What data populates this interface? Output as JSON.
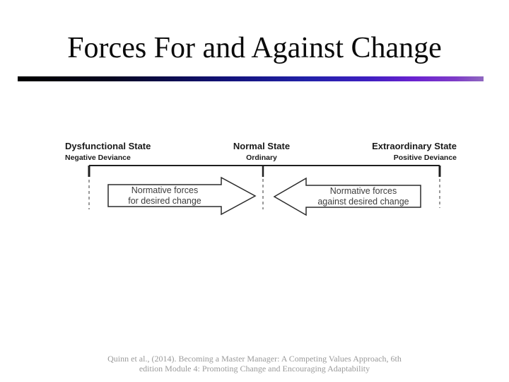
{
  "slide": {
    "title": "Forces For and Against Change",
    "background_color": "#ffffff",
    "accent_bar_colors": [
      "#000000",
      "#12127a",
      "#2121a8",
      "#6a22d0",
      "#8f68c0"
    ]
  },
  "diagram": {
    "axis_color": "#1f1f1f",
    "dash_color": "#9a9a9a",
    "states": [
      {
        "name": "Dysfunctional State",
        "deviance": "Negative Deviance"
      },
      {
        "name": "Normal State",
        "deviance": "Ordinary"
      },
      {
        "name": "Extraordinary State",
        "deviance": "Positive Deviance"
      }
    ],
    "arrows": [
      {
        "direction": "right",
        "line1": "Normative forces",
        "line2": "for desired change"
      },
      {
        "direction": "left",
        "line1": "Normative forces",
        "line2": "against desired change"
      }
    ]
  },
  "footer": {
    "citation_line1": "Quinn et al., (2014). Becoming a Master Manager: A Competing Values Approach, 6th",
    "citation_line2": "edition  Module 4:  Promoting Change and Encouraging Adaptability"
  }
}
